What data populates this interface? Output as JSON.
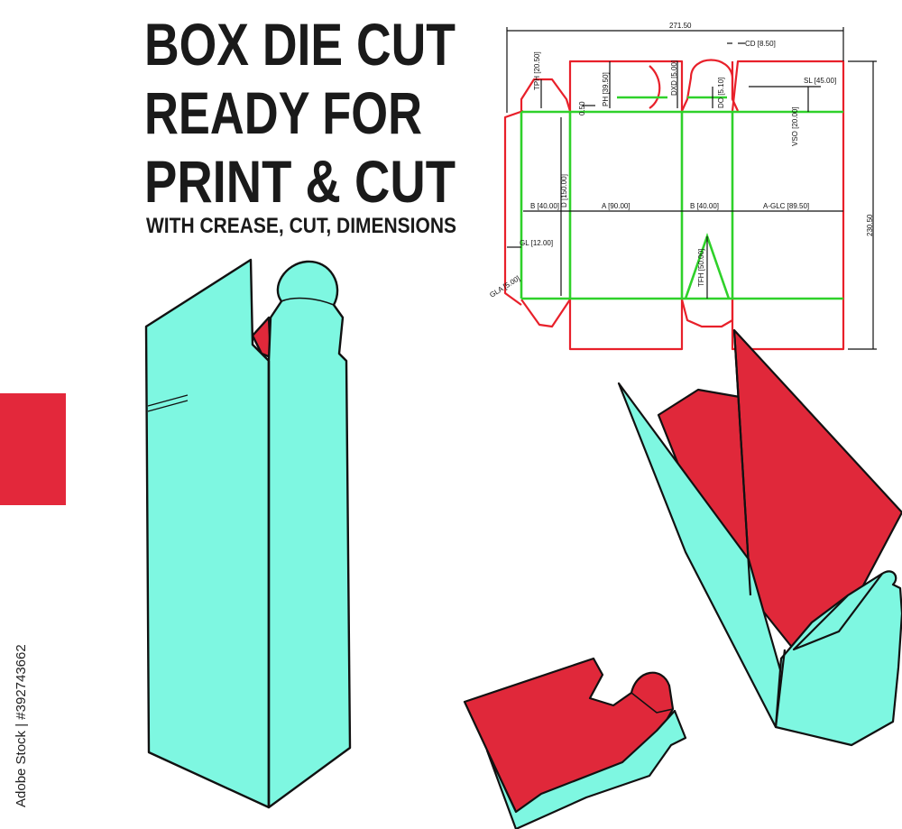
{
  "title": {
    "lines": [
      "BOX DIE CUT",
      "READY FOR",
      "PRINT & CUT"
    ],
    "subtitle": "WITH CREASE, CUT, DIMENSIONS"
  },
  "side_label": "Adobe Stock | #392743662",
  "dielines": {
    "overall_width": "271.50",
    "overall_height": "230.50",
    "cd": "CD [8.50]",
    "tph": "TPH [20.50]",
    "ph": "PH [39.50]",
    "dxd": "DXD [5.00]",
    "do": "DO [5.10]",
    "sl": "SL [45.00]",
    "vso": "VSO [20.00]",
    "small": "0.50",
    "d": "D [150.00]",
    "b1": "B [40.00]",
    "a": "A [90.00]",
    "b2": "B [40.00]",
    "aglc": "A-GLC [89.50]",
    "gl": "GL [12.00]",
    "tfh": "TFH [50.00]",
    "gla": "GLA [5.00]"
  },
  "colors": {
    "cut": "#e8202a",
    "crease": "#2fd12a",
    "box_face": "#7ef7e1",
    "box_inner": "#e0283a",
    "outline": "#111111",
    "accent_block": "#e3283b"
  }
}
